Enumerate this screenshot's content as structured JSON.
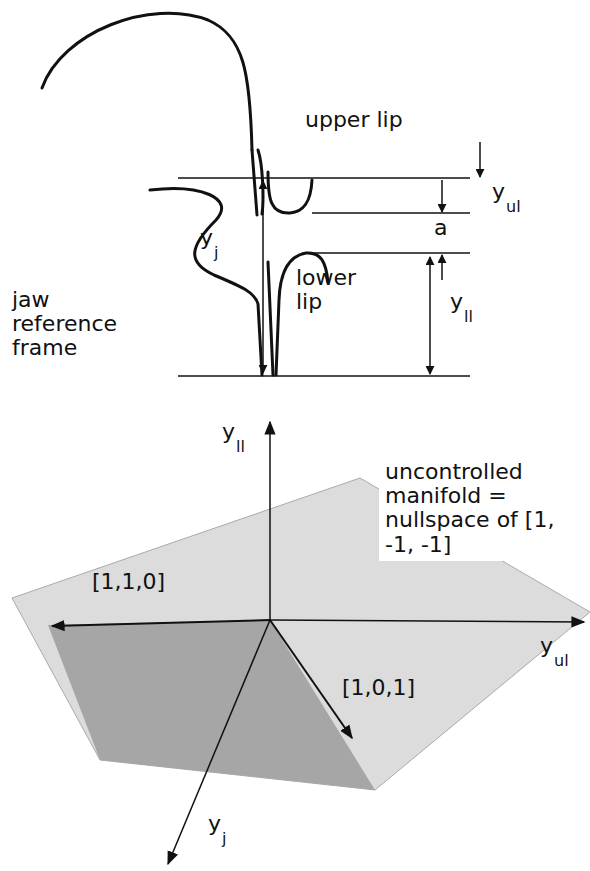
{
  "diagram": {
    "labels": [
      "upper lip",
      "y",
      "ul",
      "a",
      "y",
      "j",
      "jaw reference frame",
      "lower lip",
      "y",
      "ll",
      "y",
      "ll",
      "uncontrolled manifold = nullspace of [1, -1, -1]",
      "[1,1,0]",
      "[1,0,1]",
      "y",
      "ul",
      "y",
      "j"
    ]
  }
}
